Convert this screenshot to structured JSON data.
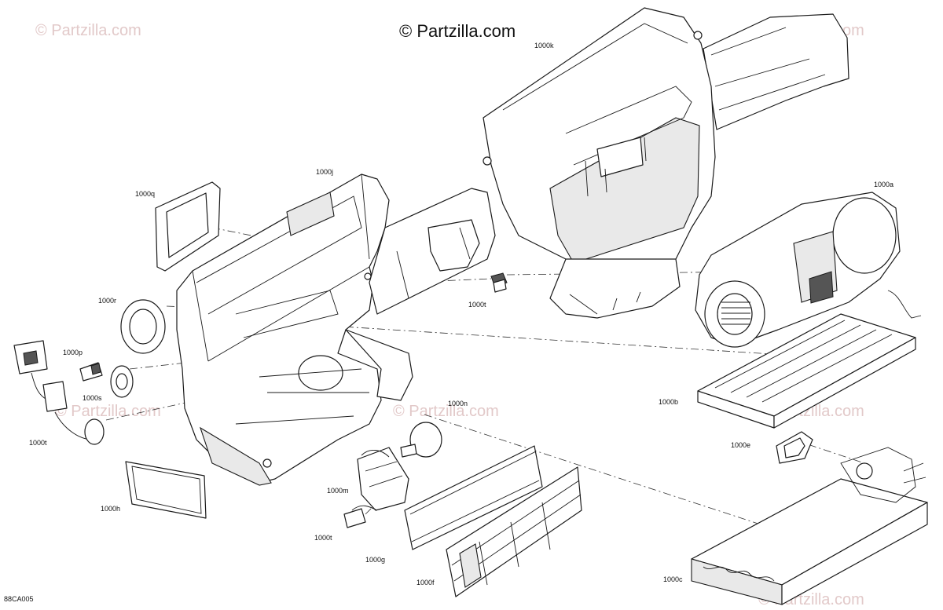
{
  "brand_watermark": "© Partzilla.com",
  "faint_watermarks": [
    "© Partzilla.com",
    "© Partzilla.com",
    "© Partzilla.com",
    "© Partzilla.com",
    "© Partzilla.com",
    "© Partzilla.com"
  ],
  "diagram_code": "88CA005",
  "callouts": {
    "k": "1000k",
    "j": "1000j",
    "q": "1000q",
    "a": "1000a",
    "r": "1000r",
    "t_mid": "1000t",
    "p": "1000p",
    "s": "1000s",
    "t_left": "1000t",
    "n": "1000n",
    "b": "1000b",
    "e": "1000e",
    "m": "1000m",
    "h": "1000h",
    "t_bottom": "1000t",
    "g": "1000g",
    "f": "1000f",
    "c": "1000c"
  }
}
